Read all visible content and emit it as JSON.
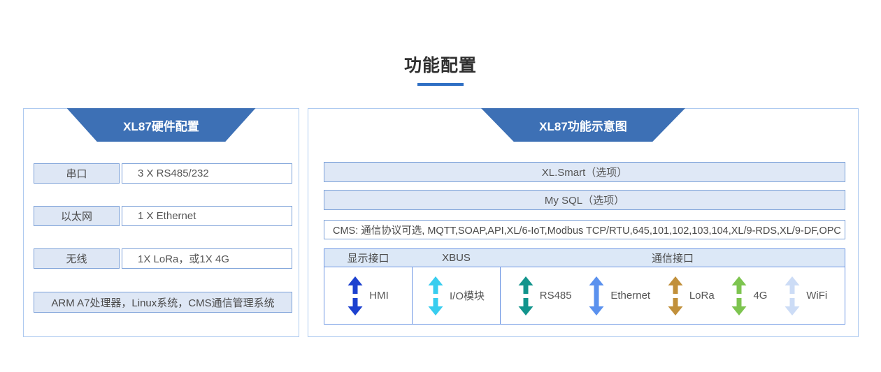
{
  "page": {
    "title": "功能配置"
  },
  "left_panel": {
    "header": "XL87硬件配置",
    "rows": [
      {
        "label": "串口",
        "value": "3 X RS485/232"
      },
      {
        "label": "以太网",
        "value": "1 X Ethernet"
      },
      {
        "label": "无线",
        "value": "1X LoRa，或1X 4G"
      }
    ],
    "footer": "ARM A7处理器，Linux系统，CMS通信管理系统"
  },
  "right_panel": {
    "header": "XL87功能示意图",
    "layers": {
      "xl_smart": "XL.Smart（选项）",
      "my_sql": "My SQL（选项）",
      "cms": "CMS: 通信协议可选, MQTT,SOAP,API,XL/6-IoT,Modbus TCP/RTU,645,101,102,103,104,XL/9-RDS,XL/9-DF,OPC"
    },
    "table": {
      "headers": {
        "display": "显示接口",
        "xbus": "XBUS",
        "comm": "通信接口"
      },
      "interfaces": {
        "hmi": {
          "label": "HMI",
          "arrow_color": "#1c40cf"
        },
        "io": {
          "label": "I/O模块",
          "arrow_color": "#38cdef"
        },
        "rs485": {
          "label": "RS485",
          "arrow_color": "#12948c"
        },
        "ethernet": {
          "label": "Ethernet",
          "arrow_color": "#5a91ee"
        },
        "lora": {
          "label": "LoRa",
          "arrow_color": "#c1903b"
        },
        "g4": {
          "label": "4G",
          "arrow_color": "#7dc44f"
        },
        "wifi": {
          "label": "WiFi",
          "arrow_color": "#ccdcf6"
        }
      }
    }
  },
  "colors": {
    "accent_blue": "#3d70b5",
    "underline_blue": "#2f6fc4",
    "box_border_blue": "#7ba0d8",
    "tint_blue": "#dfe8f6",
    "table_border_blue": "#6d96e3"
  }
}
